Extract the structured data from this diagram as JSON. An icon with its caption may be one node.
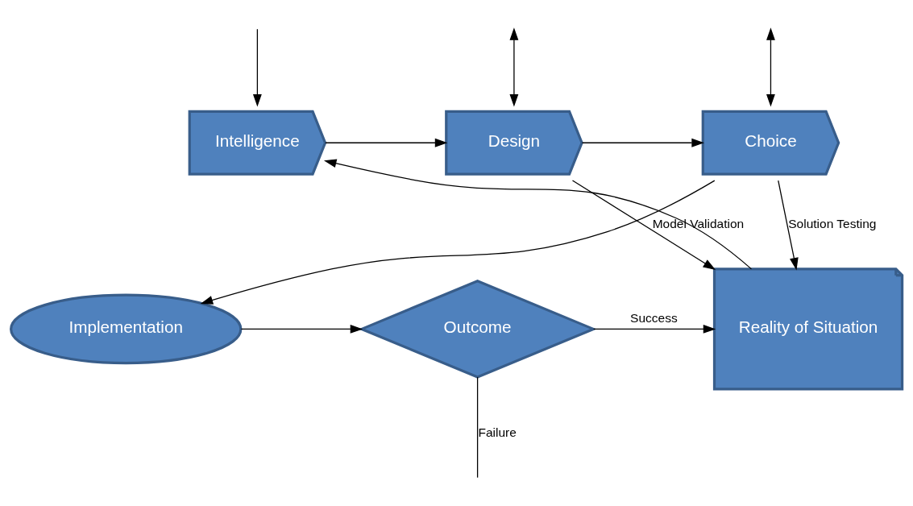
{
  "diagram": {
    "nodes": [
      {
        "text": [
          "Intelligence"
        ]
      },
      {
        "text": [
          "Design"
        ]
      },
      {
        "text": [
          "Choice"
        ]
      },
      {
        "text": [
          "Reality of Situation"
        ]
      },
      {
        "text": [
          "Outcome"
        ]
      },
      {
        "text": [
          "Implementation"
        ]
      }
    ],
    "edges": [
      {
        "from": 0,
        "to": 1,
        "arrow": "to"
      },
      {
        "from": 1,
        "to": 2,
        "arrow": "to"
      },
      {
        "from": 2,
        "to": 5,
        "arrow": "to"
      },
      {
        "from": 5,
        "to": 4,
        "arrow": "to"
      },
      {
        "from": 4,
        "to": 3,
        "arrow": "to",
        "label": "Success"
      },
      {
        "from": 3,
        "to": 0,
        "arrow": "to"
      },
      {
        "from": 1,
        "to": 3,
        "arrow": "to",
        "label": "Model Validation"
      },
      {
        "from": 2,
        "to": 3,
        "arrow": "to",
        "label": "Solution Testing"
      },
      {
        "from": 4,
        "to": null,
        "arrow": "none",
        "label": "Failure"
      },
      {
        "from": null,
        "to": 0,
        "arrow": "to"
      },
      {
        "from": null,
        "to": 1,
        "arrow": "both"
      },
      {
        "from": null,
        "to": 2,
        "arrow": "both"
      }
    ]
  }
}
